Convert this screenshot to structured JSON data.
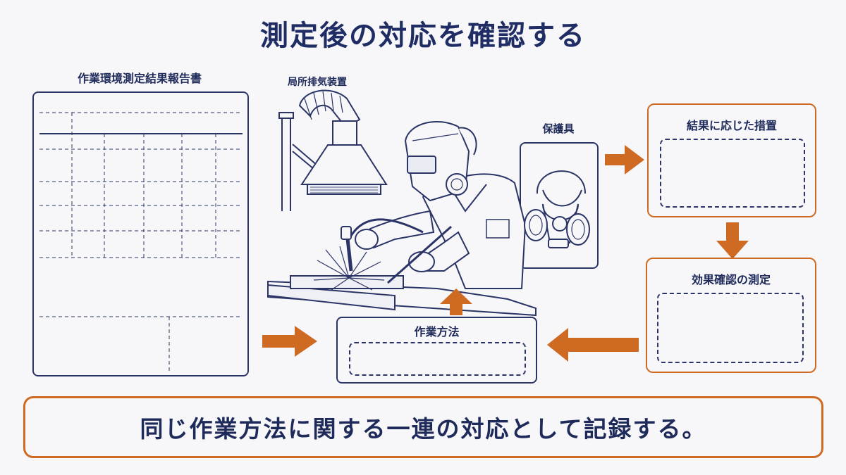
{
  "title": "測定後の対応を確認する",
  "report": {
    "label": "作業環境測定結果報告書"
  },
  "exhaust": {
    "label": "局所排気装置"
  },
  "ppe": {
    "label": "保護具"
  },
  "result_action": {
    "label": "結果に応じた措置"
  },
  "effect_check": {
    "label": "効果確認の測定"
  },
  "work_method": {
    "label": "作業方法"
  },
  "banner": {
    "text": "同じ作業方法に関する一連の対応として記録する。"
  },
  "colors": {
    "navy": "#1e2a5a",
    "orange": "#cf6a22",
    "background": "#f7f7f9"
  },
  "icons": [
    "welder-illustration",
    "local-exhaust-hood-icon",
    "respirator-mask-icon",
    "arrow-right-icon",
    "arrow-down-icon",
    "arrow-left-icon",
    "arrow-up-icon"
  ]
}
